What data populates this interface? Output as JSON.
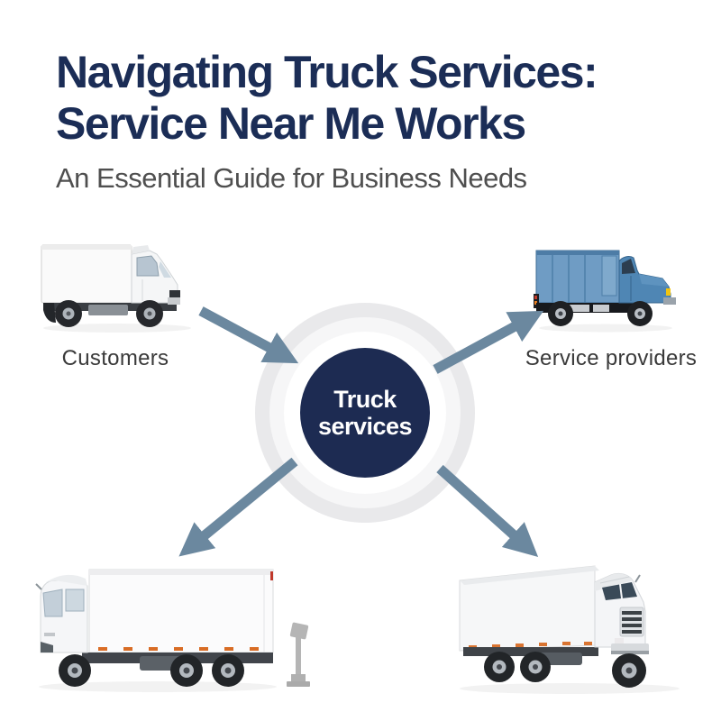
{
  "header": {
    "title_line1": "Navigating Truck Services:",
    "title_line2": "Service Near Me Works",
    "subtitle": "An Essential Guide for Business Needs"
  },
  "hub": {
    "label_line1": "Truck",
    "label_line2": "services"
  },
  "nodes": {
    "customers": {
      "label": "Customers",
      "icon": "white-box-truck-icon"
    },
    "service_providers": {
      "label": "Service providers",
      "icon": "blue-box-truck-icon"
    },
    "bottom_left": {
      "label": "",
      "icon": "white-cargo-truck-facing-left-icon"
    },
    "bottom_right": {
      "label": "",
      "icon": "white-cargo-truck-facing-right-icon"
    }
  },
  "colors": {
    "background": "#ffffff",
    "title_navy": "#1b2d56",
    "subtitle_gray": "#4f4f4f",
    "hub_navy": "#1d2b52",
    "hub_text": "#ffffff",
    "arrow_blue": "#6b889f",
    "ring_outer": "#e9e9eb",
    "ring_mid": "#f6f6f7",
    "ring_inner": "#ffffff",
    "node_label_gray": "#3a3a3a",
    "truck_blue": "#6f9cc4"
  }
}
